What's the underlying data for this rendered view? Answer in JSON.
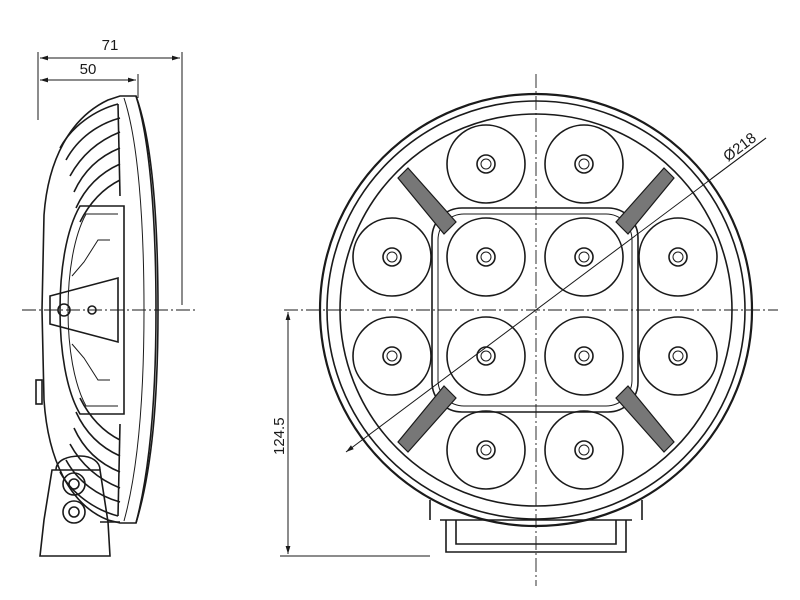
{
  "dimensions": {
    "overall_depth": "71",
    "body_depth": "50",
    "diameter": "Ø218",
    "center_height": "124.5"
  },
  "front_view": {
    "led_count": 12
  }
}
